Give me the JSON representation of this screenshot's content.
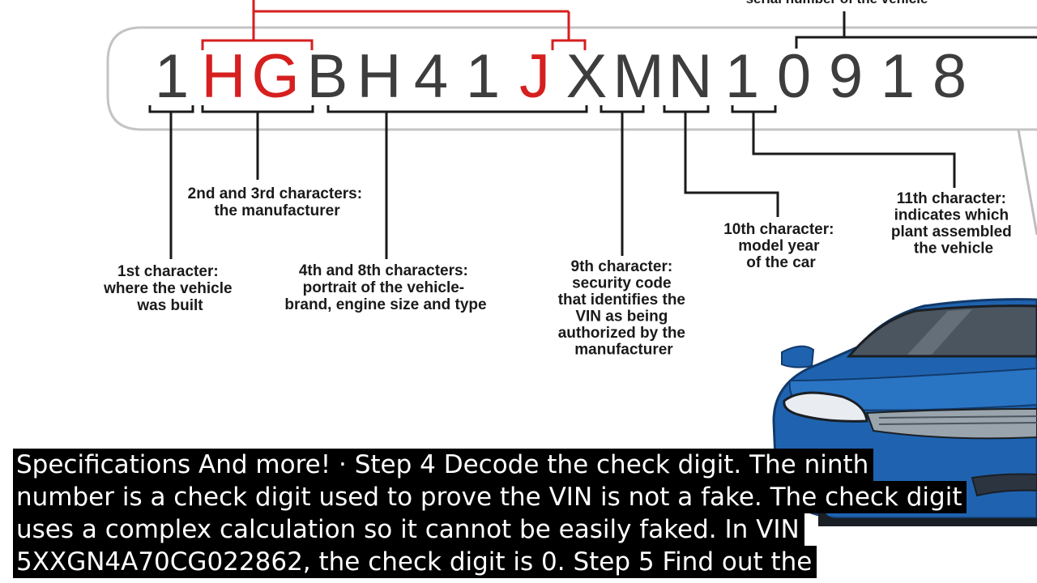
{
  "vin": {
    "characters": [
      "1",
      "H",
      "G",
      "B",
      "H",
      "4",
      "1",
      "J",
      "X",
      "M",
      "N",
      "1",
      "0",
      "9",
      "1",
      "8"
    ],
    "highlighted_indices": [
      1,
      2,
      7
    ],
    "colors": {
      "normal": "#3d3d3d",
      "highlight": "#d61f1f",
      "bracket_red": "#d61f1f",
      "bracket_dark": "#1a1a1a",
      "frame": "#bdbdbd"
    }
  },
  "labels": {
    "top_serial": "serial number of the vehicle",
    "first": [
      "1st character:",
      "where the vehicle",
      "was built"
    ],
    "second_third": [
      "2nd and 3rd characters:",
      "the manufacturer"
    ],
    "fourth_eighth": [
      "4th and 8th characters:",
      "portrait of the vehicle-",
      "brand, engine size and type"
    ],
    "ninth": [
      "9th character:",
      "security code",
      "that identifies the",
      "VIN as being",
      "authorized by the",
      "manufacturer"
    ],
    "tenth": [
      "10th character:",
      "model year",
      "of the car"
    ],
    "eleventh": [
      "11th character:",
      "indicates which",
      "plant assembled",
      "the vehicle"
    ]
  },
  "captions": [
    "Specifications  And more! · Step 4  Decode the check digit. The ninth",
    "number is a check digit used to prove the VIN is not a fake. The check digit",
    "uses a complex calculation so it cannot be easily faked. In VIN",
    "5XXGN4A70CG022862, the check digit is 0. Step 5  Find out the"
  ],
  "car": {
    "body_color": "#1f63b0"
  }
}
